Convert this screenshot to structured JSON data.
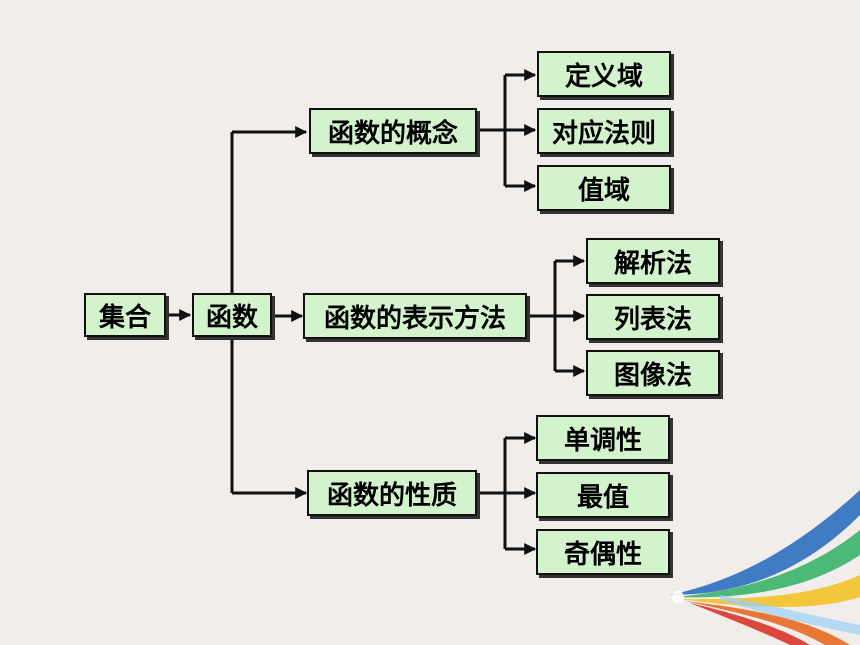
{
  "root": "集合",
  "function": "函数",
  "branches": {
    "concept": {
      "label": "函数的概念",
      "children": [
        "定义域",
        "对应法则",
        "值域"
      ]
    },
    "representation": {
      "label": "函数的表示方法",
      "children": [
        "解析法",
        "列表法",
        "图像法"
      ]
    },
    "properties": {
      "label": "函数的性质",
      "children": [
        "单调性",
        "最值",
        "奇偶性"
      ]
    }
  },
  "colors": {
    "background": "#f0edeb",
    "box_fill": "#d3f3cc",
    "border": "#111111"
  }
}
